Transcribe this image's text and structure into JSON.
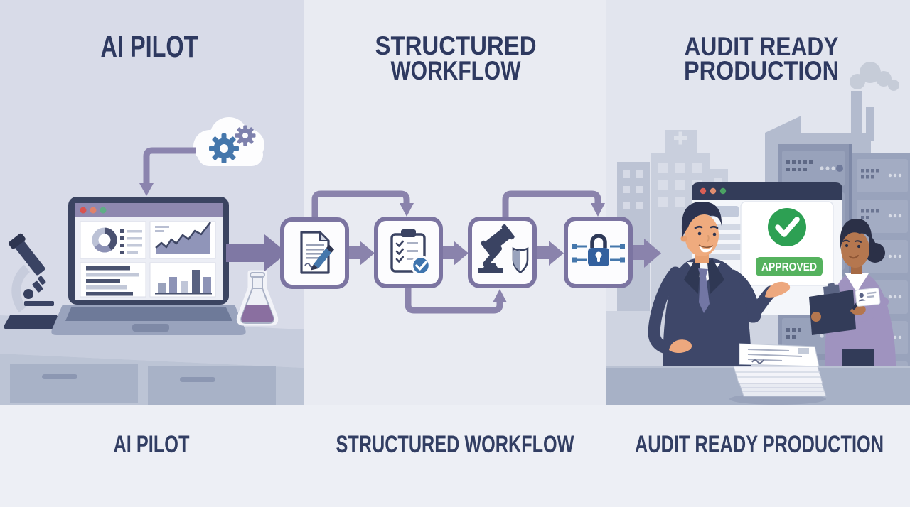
{
  "panels": [
    {
      "id": "ai-pilot",
      "title_top": "AI PILOT",
      "label_bottom": "AI PILOT"
    },
    {
      "id": "structured-workflow",
      "title_line1": "STRUCTURED",
      "title_line2": "WORKFLOW",
      "label_bottom": "STRUCTURED WORKFLOW"
    },
    {
      "id": "audit-ready-production",
      "title_line1": "AUDIT READY",
      "title_line2": "PRODUCTION",
      "label_bottom": "AUDIT READY PRODUCTION"
    }
  ],
  "workflow": {
    "steps": [
      {
        "icon": "document-signing"
      },
      {
        "icon": "checklist-approval"
      },
      {
        "icon": "legal-gavel-shield"
      },
      {
        "icon": "secure-lock-circuit"
      }
    ]
  },
  "approval": {
    "badge_text": "APPROVED"
  },
  "colors": {
    "navy": "#2e3960",
    "purple_arrow": "#8a83ac",
    "box_border": "#7b74a1",
    "green_check": "#2da053",
    "green_badge": "#55b25e",
    "panel_left_bg": "#d8dbe8",
    "panel_mid_bg": "#e9ebf2",
    "panel_right_bg": "#e2e5ee"
  }
}
